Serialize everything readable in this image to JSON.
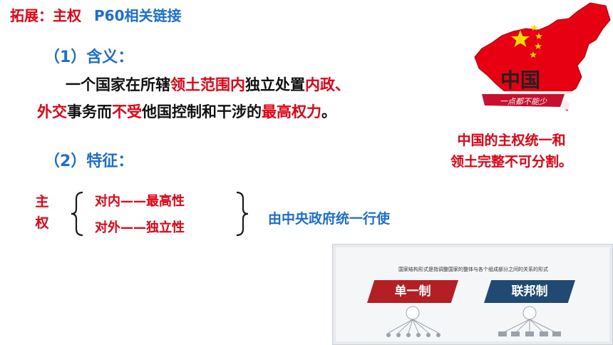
{
  "header": {
    "label": "拓展：主权",
    "link": "P60相关链接"
  },
  "section1": {
    "title": "（1）含义："
  },
  "definition": {
    "p1": "一个国家在所辖",
    "p2": "领土范围内",
    "p3": "独立处置",
    "p4": "内政、",
    "p5": "外交",
    "p6": "事务而",
    "p7": "不受",
    "p8": "他国控制和干涉的",
    "p9": "最高权力",
    "p10": "。"
  },
  "section2": {
    "title": "（2）特征："
  },
  "sovereignty": {
    "char1": "主",
    "char2": "权",
    "feature1": "对内——最高性",
    "feature2": "对外——独立性",
    "exercised_by": "由中央政府统一行使"
  },
  "map_image": {
    "title": "中国",
    "slogan": "一点都不能少",
    "map_color": "#e60012",
    "star_color": "#ffde00"
  },
  "note": {
    "line1": "中国的主权统一和",
    "line2": "领土完整不可分割。"
  },
  "photo": {
    "caption": "国家结构形式是指调整国家的整体与各个组成部分之间的关系的形式",
    "left_banner": "单一制",
    "right_banner": "联邦制",
    "left_color": "#b41f24",
    "right_color": "#214a72"
  },
  "colors": {
    "red": "#e60012",
    "blue": "#1b6fd1"
  }
}
